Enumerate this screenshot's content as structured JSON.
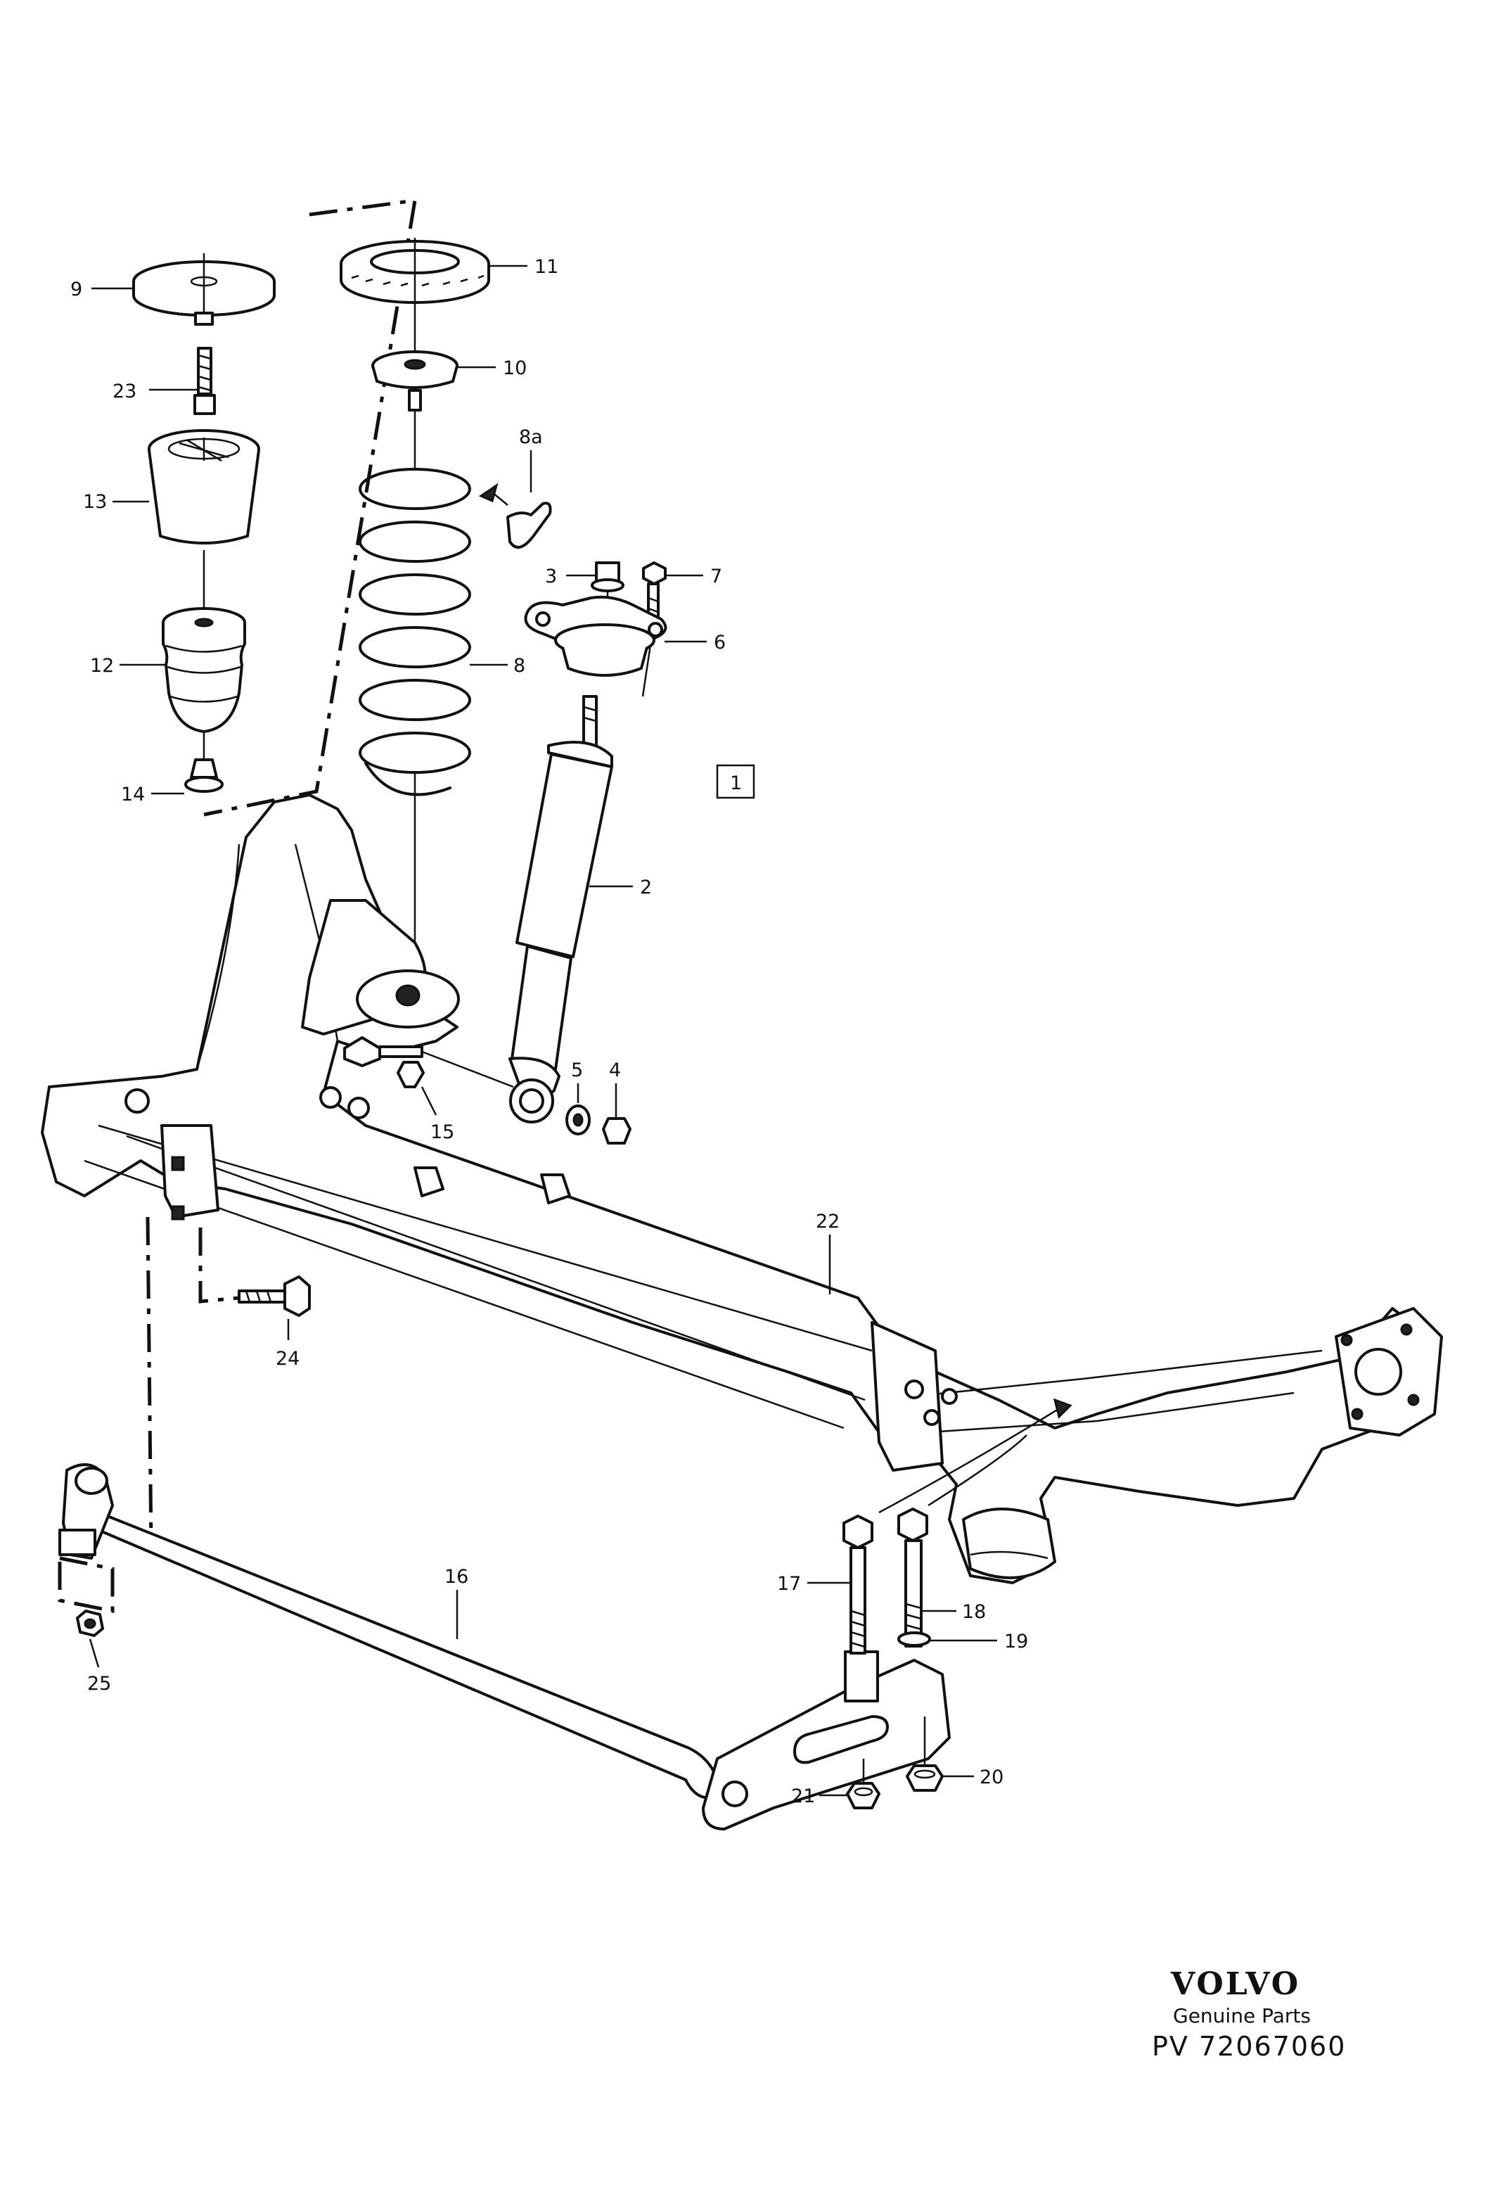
{
  "callouts": {
    "c1": "1",
    "c2": "2",
    "c3": "3",
    "c4": "4",
    "c5": "5",
    "c6": "6",
    "c7": "7",
    "c8": "8",
    "c8a": "8a",
    "c9": "9",
    "c10": "10",
    "c11": "11",
    "c12": "12",
    "c13": "13",
    "c14": "14",
    "c15": "15",
    "c16": "16",
    "c17": "17",
    "c18": "18",
    "c19": "19",
    "c20": "20",
    "c21": "21",
    "c22": "22",
    "c23": "23",
    "c24": "24",
    "c25": "25"
  },
  "brand": {
    "logo": "VOLVO",
    "tagline": "Genuine Parts",
    "code": "PV 72067060"
  }
}
